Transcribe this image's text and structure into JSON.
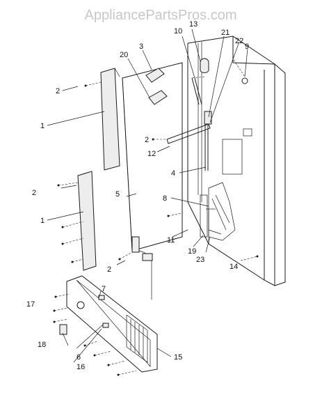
{
  "watermark": "AppliancePartsPros.com",
  "callouts": [
    "1",
    "1",
    "2",
    "2",
    "2",
    "2",
    "3",
    "4",
    "5",
    "6",
    "7",
    "8",
    "9",
    "10",
    "11",
    "12",
    "13",
    "14",
    "15",
    "16",
    "17",
    "18",
    "19",
    "20",
    "21",
    "22",
    "23"
  ]
}
